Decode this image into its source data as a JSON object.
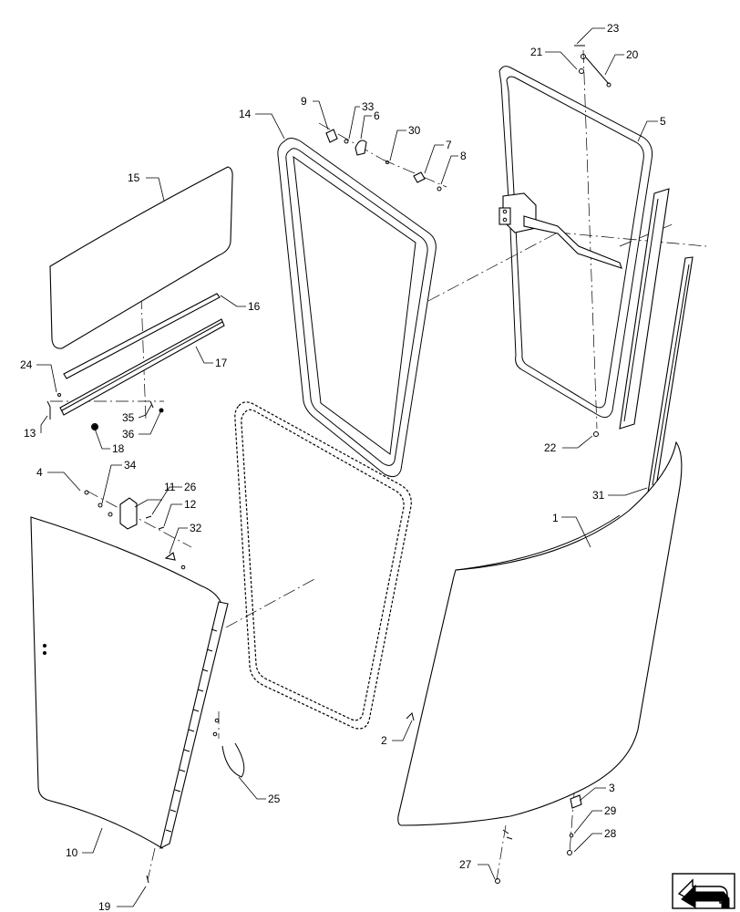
{
  "callouts": [
    {
      "id": "c1",
      "text": "1"
    },
    {
      "id": "c2",
      "text": "2"
    },
    {
      "id": "c3",
      "text": "3"
    },
    {
      "id": "c4",
      "text": "4"
    },
    {
      "id": "c5",
      "text": "5"
    },
    {
      "id": "c6",
      "text": "6"
    },
    {
      "id": "c7",
      "text": "7"
    },
    {
      "id": "c8",
      "text": "8"
    },
    {
      "id": "c9",
      "text": "9"
    },
    {
      "id": "c10",
      "text": "10"
    },
    {
      "id": "c11",
      "text": "11"
    },
    {
      "id": "c12",
      "text": "12"
    },
    {
      "id": "c13",
      "text": "13"
    },
    {
      "id": "c14",
      "text": "14"
    },
    {
      "id": "c15",
      "text": "15"
    },
    {
      "id": "c16",
      "text": "16"
    },
    {
      "id": "c17",
      "text": "17"
    },
    {
      "id": "c18",
      "text": "18"
    },
    {
      "id": "c19",
      "text": "19"
    },
    {
      "id": "c20",
      "text": "20"
    },
    {
      "id": "c21",
      "text": "21"
    },
    {
      "id": "c22",
      "text": "22"
    },
    {
      "id": "c23",
      "text": "23"
    },
    {
      "id": "c24",
      "text": "24"
    },
    {
      "id": "c25",
      "text": "25"
    },
    {
      "id": "c26",
      "text": "26"
    },
    {
      "id": "c27",
      "text": "27"
    },
    {
      "id": "c28",
      "text": "28"
    },
    {
      "id": "c29",
      "text": "29"
    },
    {
      "id": "c30",
      "text": "30"
    },
    {
      "id": "c31",
      "text": "31"
    },
    {
      "id": "c32",
      "text": "32"
    },
    {
      "id": "c33",
      "text": "33"
    },
    {
      "id": "c34",
      "text": "34"
    },
    {
      "id": "c35",
      "text": "35"
    },
    {
      "id": "c36",
      "text": "36"
    }
  ],
  "icons": {
    "nav_arrow": "arrow-icon"
  }
}
